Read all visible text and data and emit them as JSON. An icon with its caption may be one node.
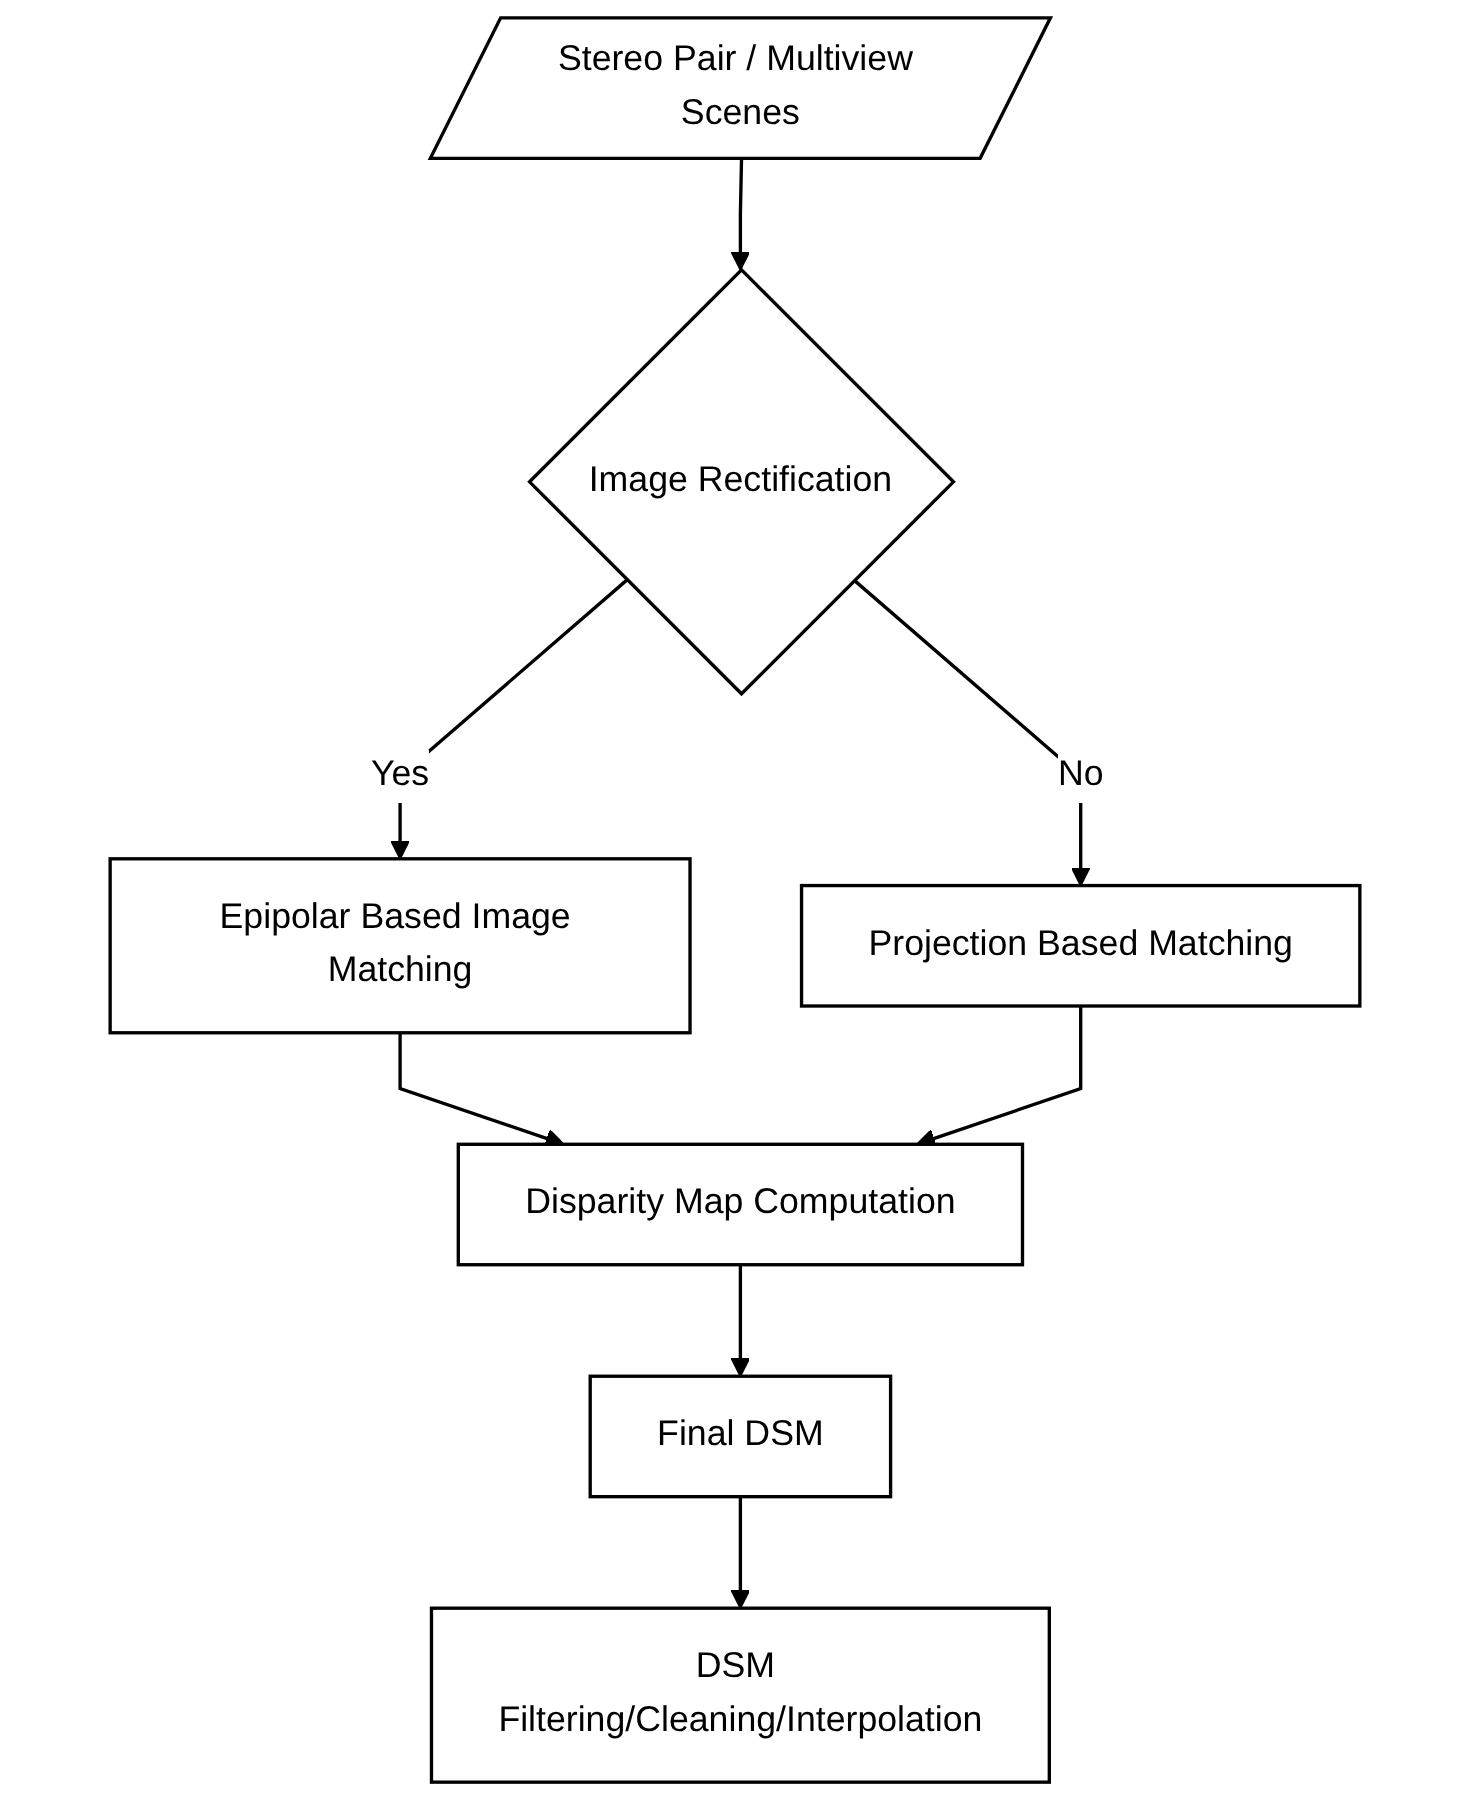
{
  "diagram": {
    "nodes": [
      {
        "text": [
          "Stereo Pair / Multiview Scenes"
        ]
      },
      {
        "text": [
          "Image Rectification"
        ]
      },
      {
        "text": [
          "Epipolar Based Image Matching"
        ]
      },
      {
        "text": [
          "Projection Based Matching"
        ]
      },
      {
        "text": [
          "Disparity Map Computation"
        ]
      },
      {
        "text": [
          "Final DSM"
        ]
      },
      {
        "text": [
          "DSM Filtering/Cleaning/Interpolation"
        ]
      }
    ],
    "edges": [
      {
        "from": 0,
        "to": 1,
        "arrow": "to"
      },
      {
        "from": 1,
        "to": 2,
        "arrow": "to",
        "label": "Yes"
      },
      {
        "from": 1,
        "to": 3,
        "arrow": "to",
        "label": "No"
      },
      {
        "from": 2,
        "to": 4,
        "arrow": "to"
      },
      {
        "from": 3,
        "to": 4,
        "arrow": "to"
      },
      {
        "from": 4,
        "to": 5,
        "arrow": "to"
      },
      {
        "from": 5,
        "to": 6,
        "arrow": "to"
      }
    ]
  }
}
